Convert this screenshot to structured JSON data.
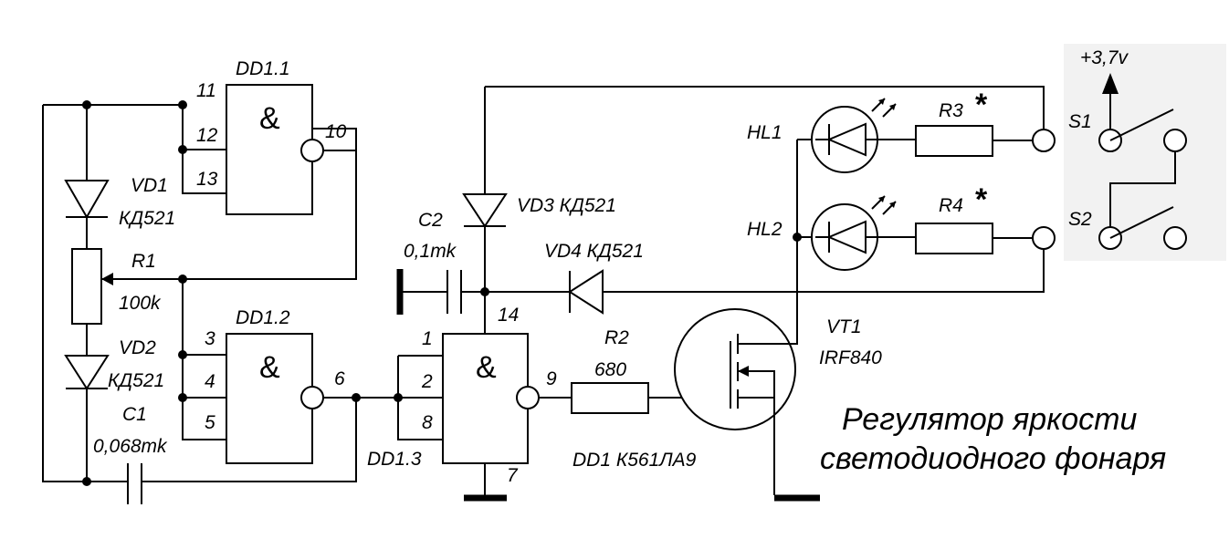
{
  "gates": {
    "dd11": {
      "name": "DD1.1",
      "symbol": "&",
      "pins": [
        "11",
        "12",
        "13",
        "10"
      ]
    },
    "dd12": {
      "name": "DD1.2",
      "symbol": "&",
      "pins": [
        "3",
        "4",
        "5",
        "6"
      ]
    },
    "dd13": {
      "name": "DD1.3",
      "symbol": "&",
      "pins": [
        "1",
        "2",
        "8",
        "9",
        "14",
        "7"
      ]
    }
  },
  "components": {
    "vd1": {
      "ref": "VD1",
      "value": "КД521"
    },
    "vd2": {
      "ref": "VD2",
      "value": "КД521"
    },
    "vd3": {
      "ref": "VD3 КД521"
    },
    "vd4": {
      "ref": "VD4 КД521"
    },
    "r1": {
      "ref": "R1",
      "value": "100k"
    },
    "r2": {
      "ref": "R2",
      "value": "680"
    },
    "r3": {
      "ref": "R3",
      "mark": "*"
    },
    "r4": {
      "ref": "R4",
      "mark": "*"
    },
    "c1": {
      "ref": "C1",
      "value": "0,068mk"
    },
    "c2": {
      "ref": "C2",
      "value": "0,1mk"
    },
    "hl1": {
      "ref": "HL1"
    },
    "hl2": {
      "ref": "HL2"
    },
    "vt1": {
      "ref": "VT1",
      "value": "IRF840"
    },
    "s1": {
      "ref": "S1"
    },
    "s2": {
      "ref": "S2"
    },
    "supply": {
      "label": "+3,7v"
    },
    "ic": {
      "label": "DD1 К561ЛА9"
    }
  },
  "caption": {
    "line1": "Регулятор яркости",
    "line2": "светодиодного фонаря"
  },
  "colors": {
    "ink": "#000000",
    "background": "#ffffff",
    "switch_panel": "#f2f2f2"
  }
}
